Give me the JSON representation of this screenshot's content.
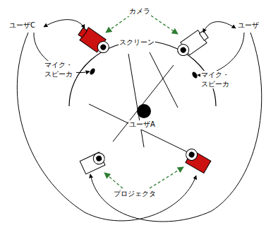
{
  "diagram": {
    "labels": [
      "カメラ",
      "ユーザC",
      "ユーザ",
      "スクリーン",
      "マイク・ スピーカ",
      "マイク・ スピーカ",
      "ユーザA",
      "プロジェクタ"
    ]
  }
}
